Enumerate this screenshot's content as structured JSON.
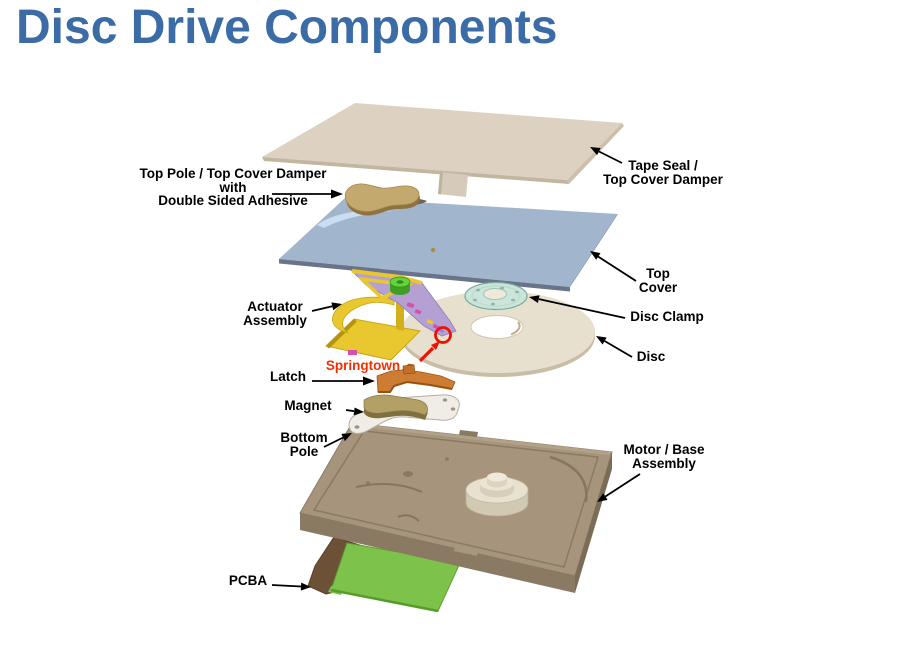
{
  "title": "Disc Drive Components",
  "colors": {
    "title_text": "#3b6ca6",
    "label_text": "#000000",
    "highlight_text": "#f13000",
    "marker_red": "#ee1100",
    "tape_seal": "#ddd2c1",
    "top_cover": "#a1b5cc",
    "damper": "#c3a96d",
    "disc": "#e8e0cf",
    "disc_clamp": "#cbe5da",
    "actuator_plate": "#b4a0d2",
    "flex_cable": "#e9c72e",
    "voice_coil_green": "#66d13f",
    "latch": "#cd7c34",
    "magnet": "#b2a066",
    "bottom_pole": "#f0ede7",
    "base": "#a6947d",
    "pcba_board": "#7dc24a",
    "pcba_bracket": "#6d5137"
  },
  "labels": {
    "top_pole": {
      "lines": [
        "Top Pole / Top Cover Damper",
        "with",
        "Double Sided Adhesive"
      ]
    },
    "tape_seal": {
      "lines": [
        "Tape Seal /",
        "Top Cover Damper"
      ]
    },
    "top_cover": {
      "lines": [
        "Top",
        "Cover"
      ]
    },
    "disc_clamp": {
      "lines": [
        "Disc Clamp"
      ]
    },
    "disc": {
      "lines": [
        "Disc"
      ]
    },
    "actuator": {
      "lines": [
        "Actuator",
        "Assembly"
      ]
    },
    "springtown": {
      "lines": [
        "Springtown"
      ]
    },
    "latch": {
      "lines": [
        "Latch"
      ]
    },
    "magnet": {
      "lines": [
        "Magnet"
      ]
    },
    "bottom_pole": {
      "lines": [
        "Bottom",
        "Pole"
      ]
    },
    "motor_base": {
      "lines": [
        "Motor / Base",
        "Assembly"
      ]
    },
    "pcba": {
      "lines": [
        "PCBA"
      ]
    }
  }
}
